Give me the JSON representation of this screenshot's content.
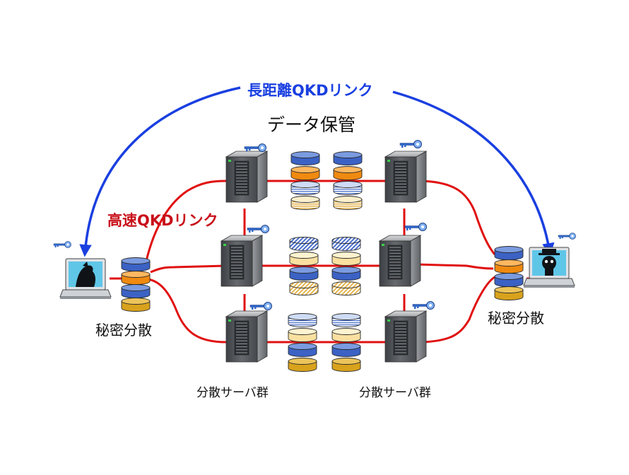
{
  "labels": {
    "long_link": "長距離QKDリンク",
    "fast_link": "高速QKDリンク",
    "storage": "データ保管",
    "split_left": "秘密分散",
    "split_right": "秘密分散",
    "server_group_left": "分散サーバ群",
    "server_group_right": "分散サーバ群"
  },
  "colors": {
    "long_link": "#1a3fe0",
    "fast_link": "#e01010",
    "disk_blue": "#3b62c4",
    "disk_orange": "#f08a10",
    "disk_gold": "#d8a21c",
    "disk_cream": "#fae0a0",
    "server_body": "#505458",
    "key": "#2f66c8"
  },
  "icons": {
    "server": "server-icon",
    "key": "key-icon",
    "laptop": "laptop-icon",
    "disk": "disk-icon"
  }
}
